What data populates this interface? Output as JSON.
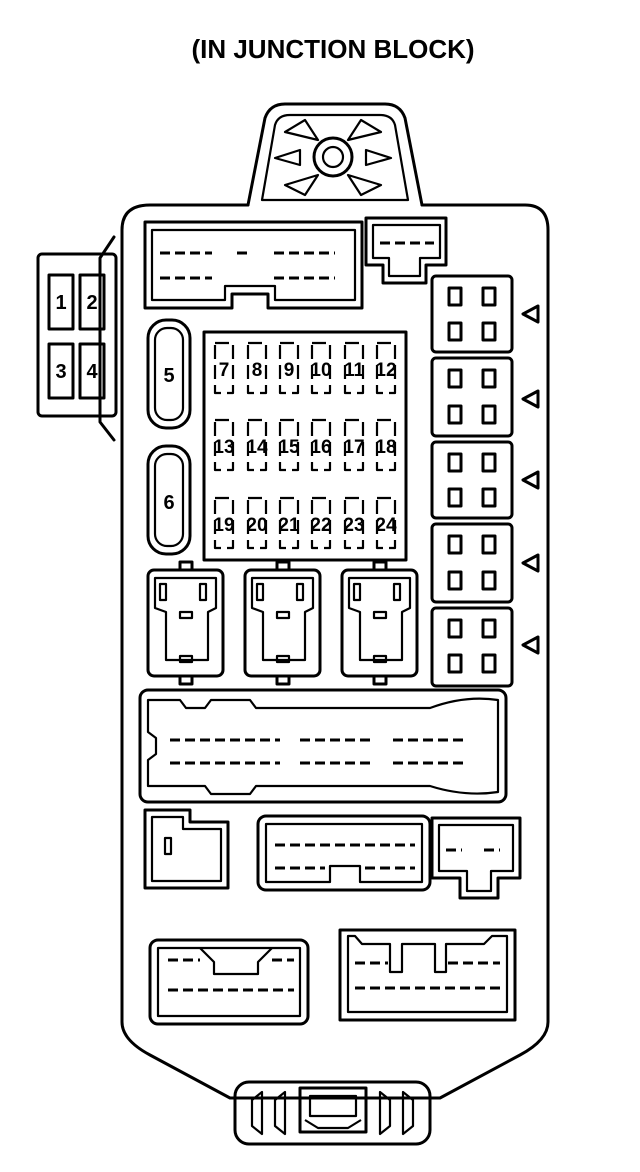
{
  "title": "(IN JUNCTION BLOCK)",
  "fuse_labels": [
    "1",
    "2",
    "3",
    "4",
    "5",
    "6",
    "7",
    "8",
    "9",
    "10",
    "11",
    "12",
    "13",
    "14",
    "15",
    "16",
    "17",
    "18",
    "19",
    "20",
    "21",
    "22",
    "23",
    "24"
  ]
}
